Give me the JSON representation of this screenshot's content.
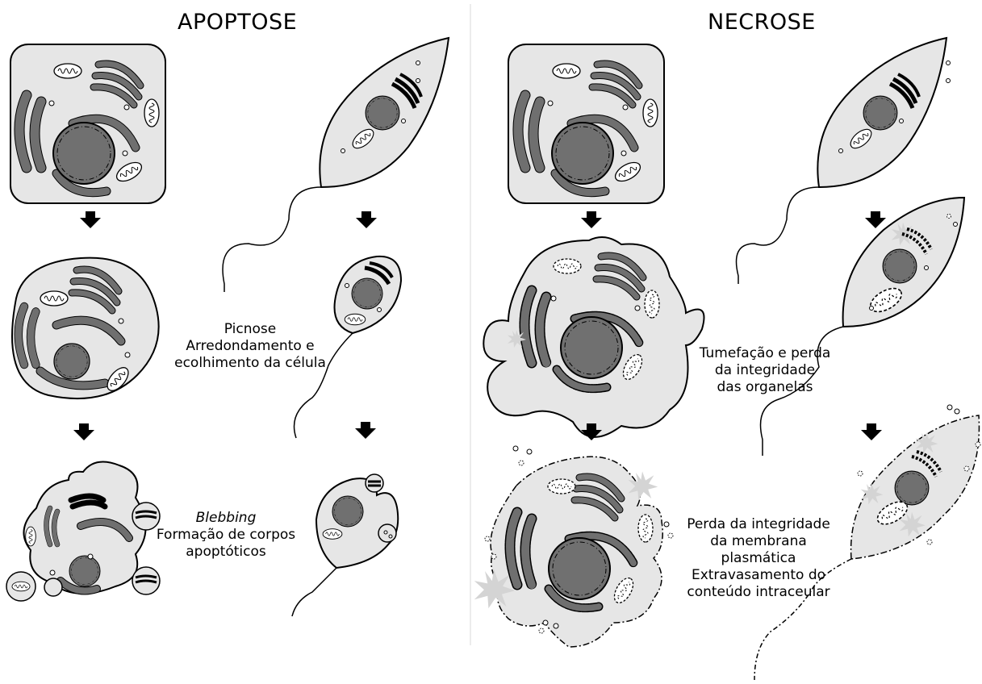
{
  "headings": {
    "left": "APOPTOSE",
    "right": "NECROSE"
  },
  "apoptose": {
    "label_1": [
      "Picnose",
      "Arredondamento e",
      "ecolhimento da célula"
    ],
    "label_2_italic": "Blebbing",
    "label_2": [
      "Formação de corpos",
      "apoptóticos"
    ]
  },
  "necrose": {
    "label_1": [
      "Tumefação e perda",
      "da integridade",
      "das organelas"
    ],
    "label_2": [
      "Perda da integridade",
      "da membrana",
      "plasmática",
      "Extravasamento do",
      "conteúdo intraceular"
    ]
  },
  "colors": {
    "cytoplasm": "#e6e6e6",
    "organelle": "#6f6f6f",
    "nucleus": "#707070",
    "necrotic_patch": "#cfcfcf",
    "outline": "#000000"
  }
}
